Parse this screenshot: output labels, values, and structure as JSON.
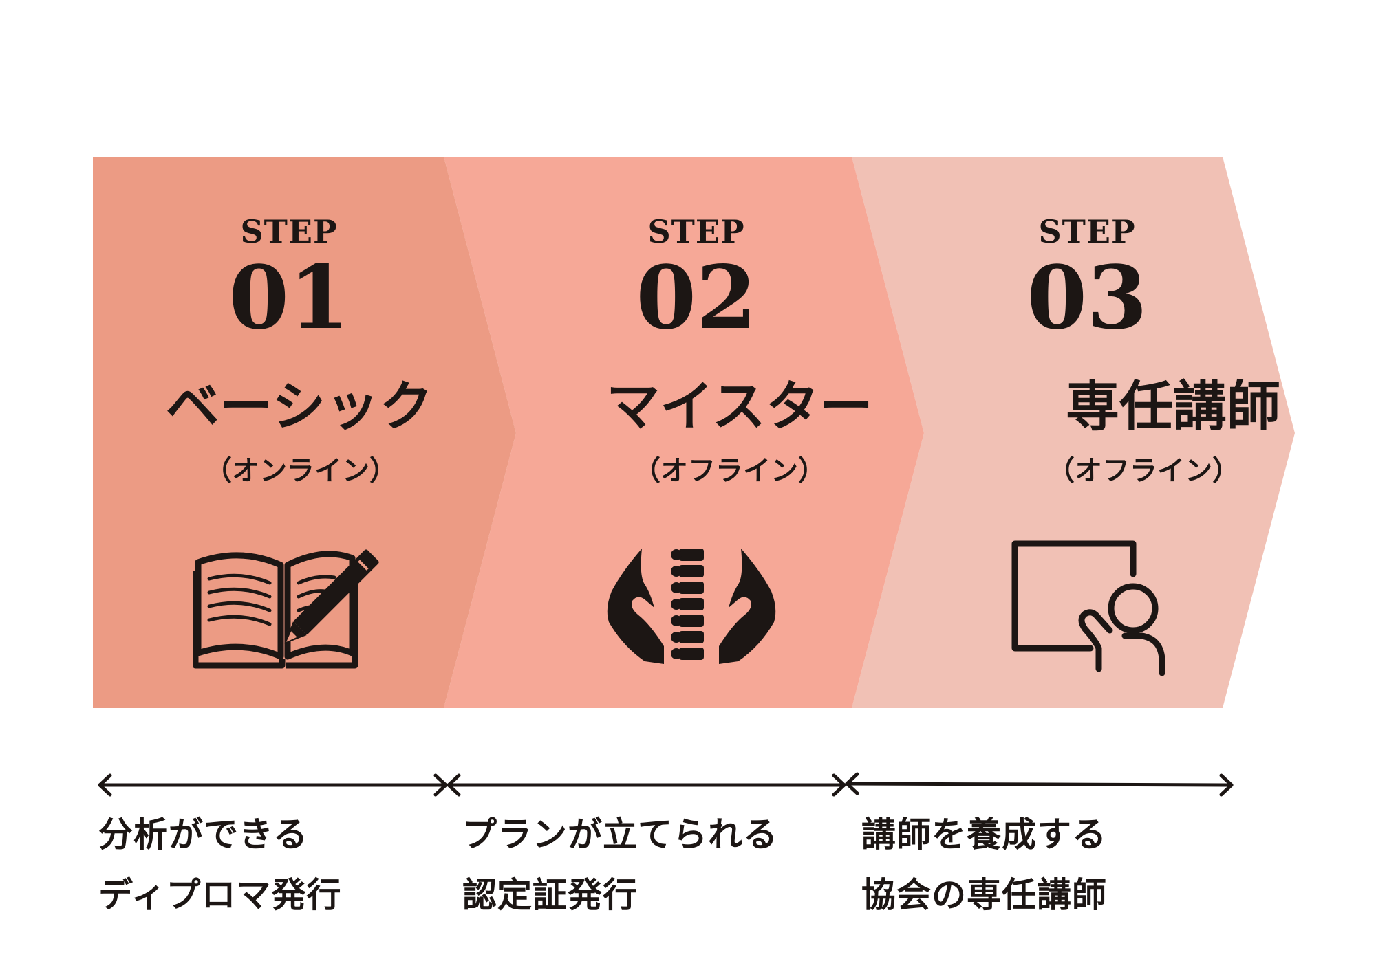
{
  "colors": {
    "step1_fill": "#ec9b84",
    "step2_fill": "#f6a897",
    "step3_fill": "#f1c1b5",
    "ink": "#1c1614"
  },
  "steps": [
    {
      "label": "STEP",
      "number": "01",
      "name": "ベーシック",
      "mode": "（オンライン）",
      "icon": "open-book-pencil-icon",
      "desc_line1": "分析ができる",
      "desc_line2": "ディプロマ発行"
    },
    {
      "label": "STEP",
      "number": "02",
      "name": "マイスター",
      "mode": "（オフライン）",
      "icon": "hands-spine-icon",
      "desc_line1": "プランが立てられる",
      "desc_line2": "認定証発行"
    },
    {
      "label": "STEP",
      "number": "03",
      "name": "専任講師",
      "mode": "（オフライン）",
      "icon": "teacher-whiteboard-icon",
      "desc_line1": "講師を養成する",
      "desc_line2": "協会の専任講師"
    }
  ]
}
